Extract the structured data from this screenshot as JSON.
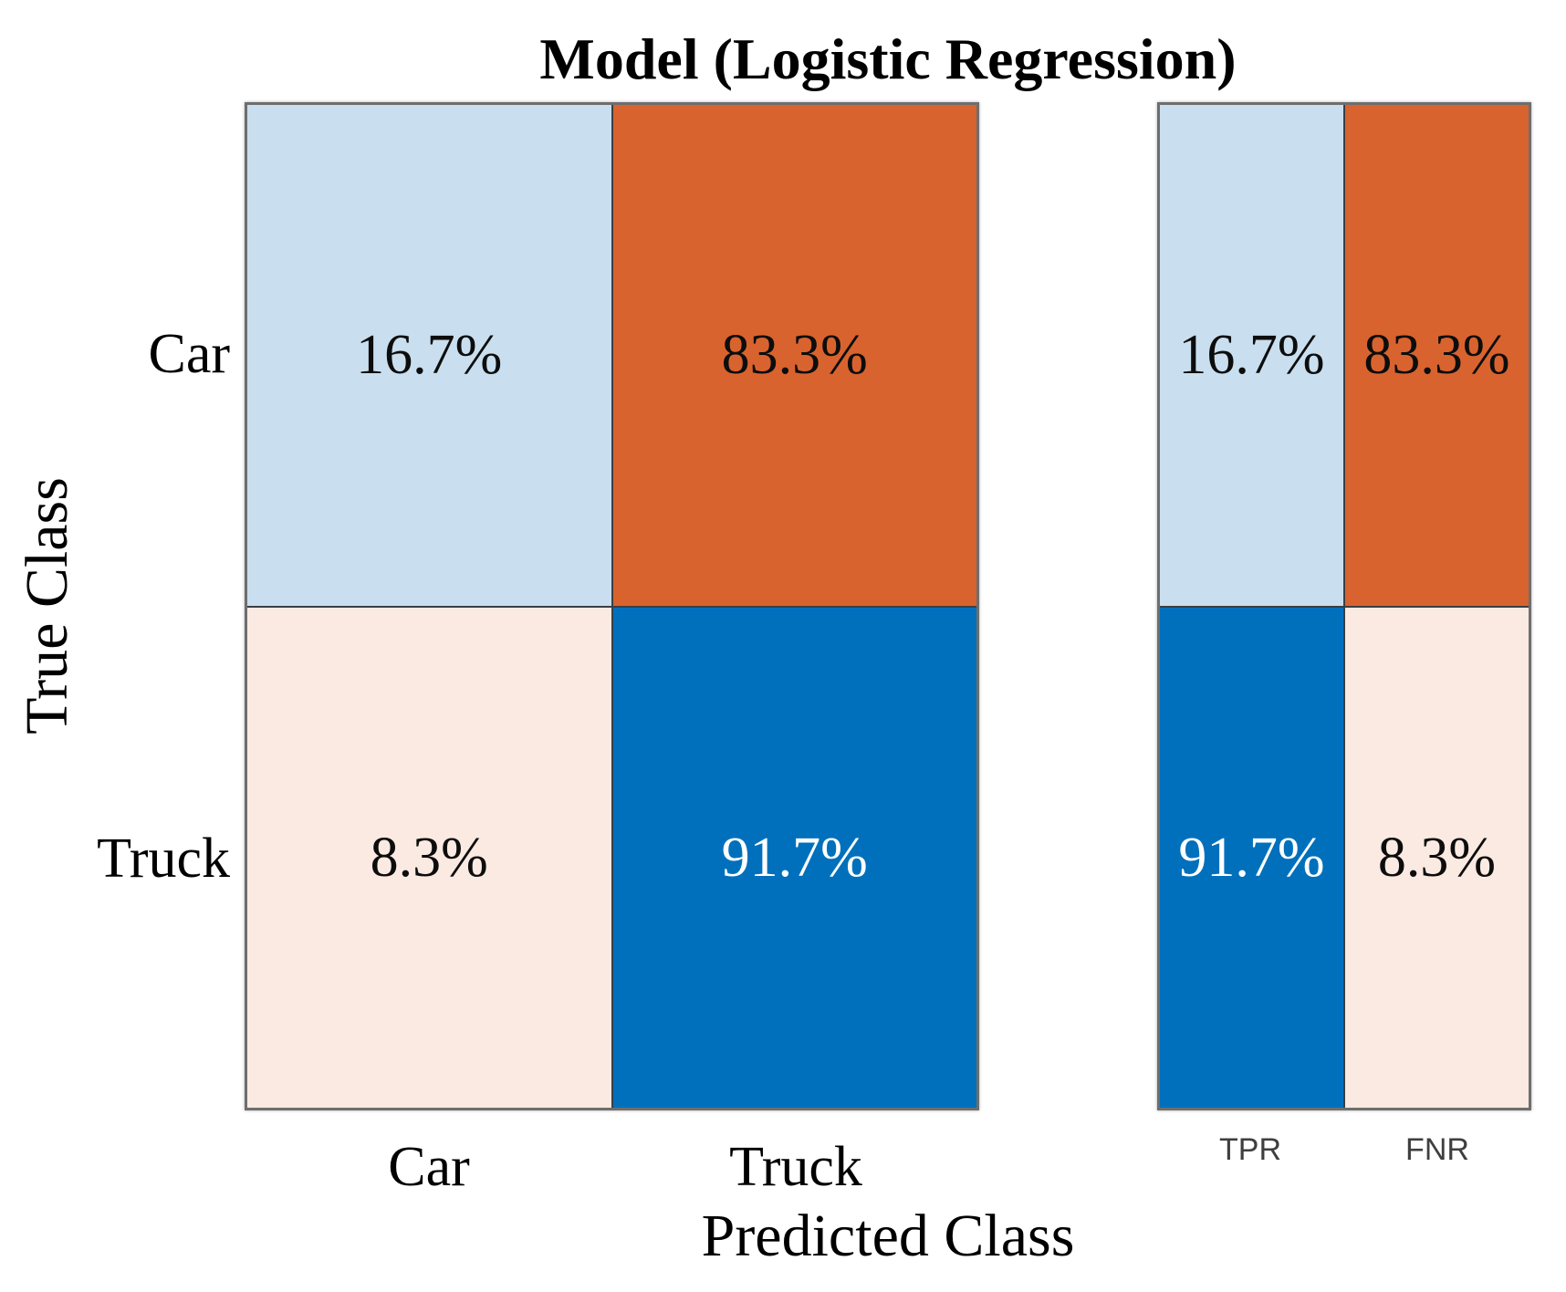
{
  "title": "Model (Logistic Regression)",
  "axes": {
    "x_label": "Predicted Class",
    "y_label": "True Class",
    "x_tick_1": "Car",
    "x_tick_2": "Truck",
    "y_tick_1": "Car",
    "y_tick_2": "Truck"
  },
  "matrix": {
    "cells": [
      {
        "row": "Car",
        "col": "Car",
        "label": "16.7%",
        "color": "#c9dfef"
      },
      {
        "row": "Car",
        "col": "Truck",
        "label": "83.3%",
        "color": "#d9632e"
      },
      {
        "row": "Truck",
        "col": "Car",
        "label": "8.3%",
        "color": "#faeae2"
      },
      {
        "row": "Truck",
        "col": "Truck",
        "label": "91.7%",
        "color": "#0070bc"
      }
    ]
  },
  "row_summary": {
    "col_1": "TPR",
    "col_2": "FNR",
    "cells": [
      {
        "row": "Car",
        "metric": "TPR",
        "label": "16.7%",
        "color": "#c9dfef"
      },
      {
        "row": "Car",
        "metric": "FNR",
        "label": "83.3%",
        "color": "#d9632e"
      },
      {
        "row": "Truck",
        "metric": "TPR",
        "label": "91.7%",
        "color": "#0070bc"
      },
      {
        "row": "Truck",
        "metric": "FNR",
        "label": "8.3%",
        "color": "#faeae2"
      }
    ]
  },
  "chart_data": {
    "type": "heatmap",
    "subtype": "confusion-matrix",
    "title": "Model (Logistic Regression)",
    "xlabel": "Predicted Class",
    "ylabel": "True Class",
    "classes": [
      "Car",
      "Truck"
    ],
    "normalization": "row-normalized percentages of true class",
    "matrix_pct": [
      [
        16.7,
        83.3
      ],
      [
        8.3,
        91.7
      ]
    ],
    "row_summary": {
      "columns": [
        "TPR",
        "FNR"
      ],
      "values_pct": [
        [
          16.7,
          83.3
        ],
        [
          91.7,
          8.3
        ]
      ]
    },
    "legend_position": "none",
    "grid": false,
    "diagonal_color": "#0070bc",
    "off_diagonal_color": "#d9632e",
    "diagonal_tint_low": "#c9dfef",
    "off_diagonal_tint_low": "#faeae2"
  }
}
